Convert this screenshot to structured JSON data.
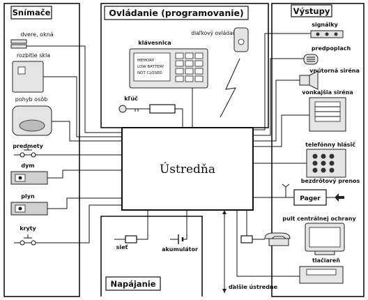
{
  "sections": {
    "sensors": "Snímače",
    "control": "Ovládanie (programovanie)",
    "outputs": "Výstupy",
    "power": "Napájanie"
  },
  "center": "Ústredňa",
  "sensors": {
    "doors": "dvere, okná",
    "glass": "rozbitie skla",
    "motion": "pohyb osôb",
    "objects": "predmety",
    "smoke": "dym",
    "gas": "plyn",
    "covers": "kryty"
  },
  "control": {
    "keypad": "klávesnica",
    "key": "kľúč",
    "remote": "diaľkový ovládač"
  },
  "outputs": {
    "signal": "signálky",
    "prealarm": "predpoplach",
    "indoor_siren": "vnútorná siréna",
    "outdoor_siren": "vonkajšia siréna",
    "tel_dialer": "telefónny hlásič",
    "wireless": "bezdrôtový prenos",
    "pager": "Pager",
    "central_desk": "pult centrálnej ochrany",
    "printer": "tlačiareň",
    "other_panels": "ďalšie ústredne"
  },
  "power": {
    "mains": "sieť",
    "battery": "akumulátor"
  },
  "keypad_display": [
    "MEMORY",
    "LOW BATTERY",
    "NOT CLOSED"
  ]
}
